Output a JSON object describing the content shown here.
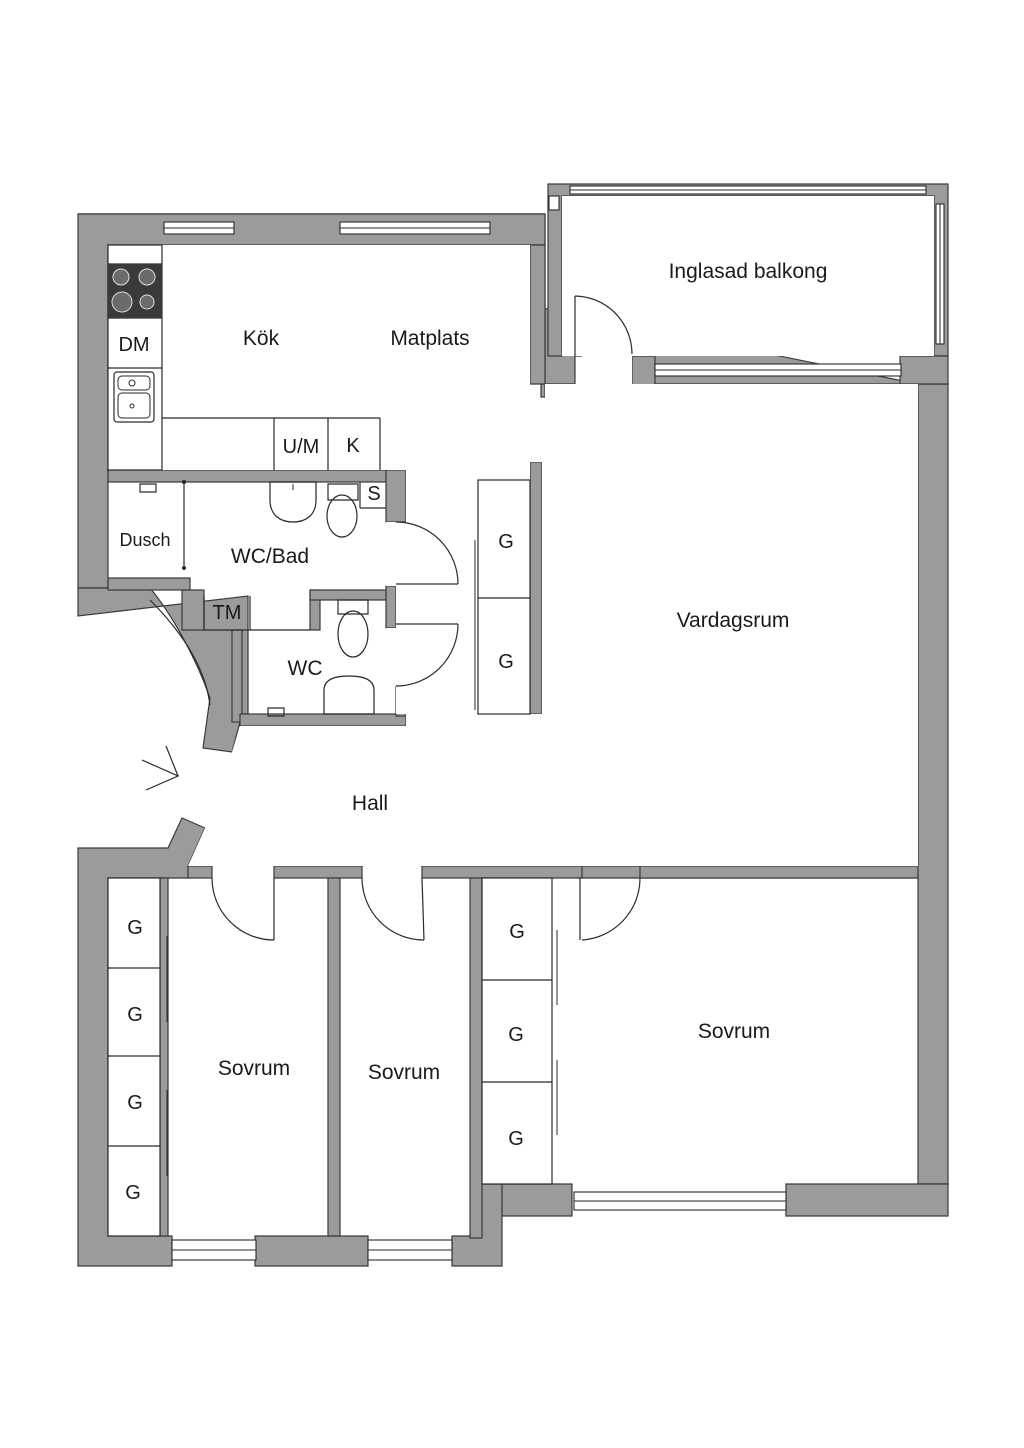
{
  "rooms": {
    "balcony": "Inglasad balkong",
    "kitchen": "Kök",
    "dining": "Matplats",
    "dishwasher": "DM",
    "washer": "U/M",
    "fridge": "K",
    "storage_s": "S",
    "shower": "Dusch",
    "bathroom": "WC/Bad",
    "dryer": "TM",
    "toilet": "WC",
    "living": "Vardagsrum",
    "hall": "Hall",
    "bedroom_1": "Sovrum",
    "bedroom_2": "Sovrum",
    "bedroom_3": "Sovrum"
  },
  "wardrobes": {
    "hall_1": "G",
    "hall_2": "G",
    "bed1_1": "G",
    "bed1_2": "G",
    "bed1_3": "G",
    "bed1_4": "G",
    "bed3_1": "G",
    "bed3_2": "G",
    "bed3_3": "G"
  },
  "colors": {
    "wall": "#9b9b9b",
    "line": "#2a2a2a",
    "background": "#ffffff"
  }
}
